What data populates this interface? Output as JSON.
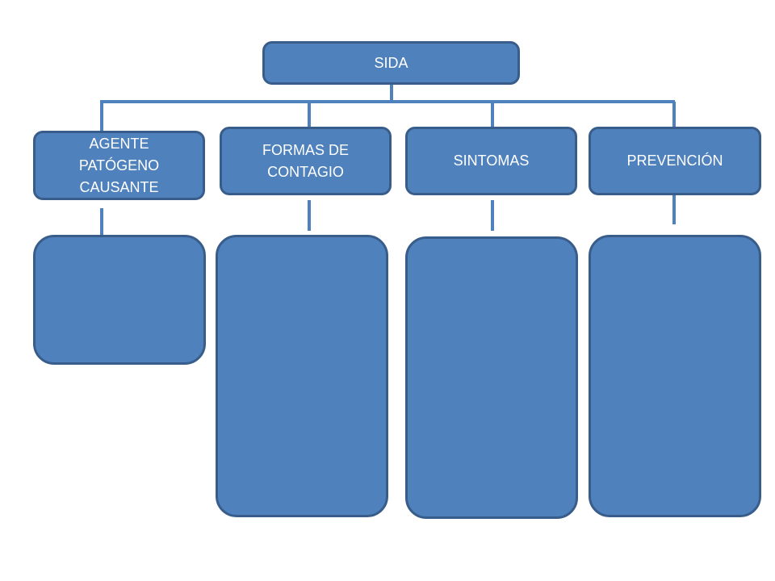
{
  "diagram": {
    "root": {
      "label": "SIDA"
    },
    "branches": [
      {
        "label": "AGENTE PATÓGENO CAUSANTE"
      },
      {
        "label": "FORMAS DE CONTAGIO"
      },
      {
        "label": "SINTOMAS"
      },
      {
        "label": "PREVENCIÓN"
      }
    ]
  },
  "colors": {
    "node_fill": "#4f81bd",
    "node_border": "#385d8a",
    "connector": "#4f81bd",
    "text": "#ffffff",
    "background": "#ffffff"
  }
}
